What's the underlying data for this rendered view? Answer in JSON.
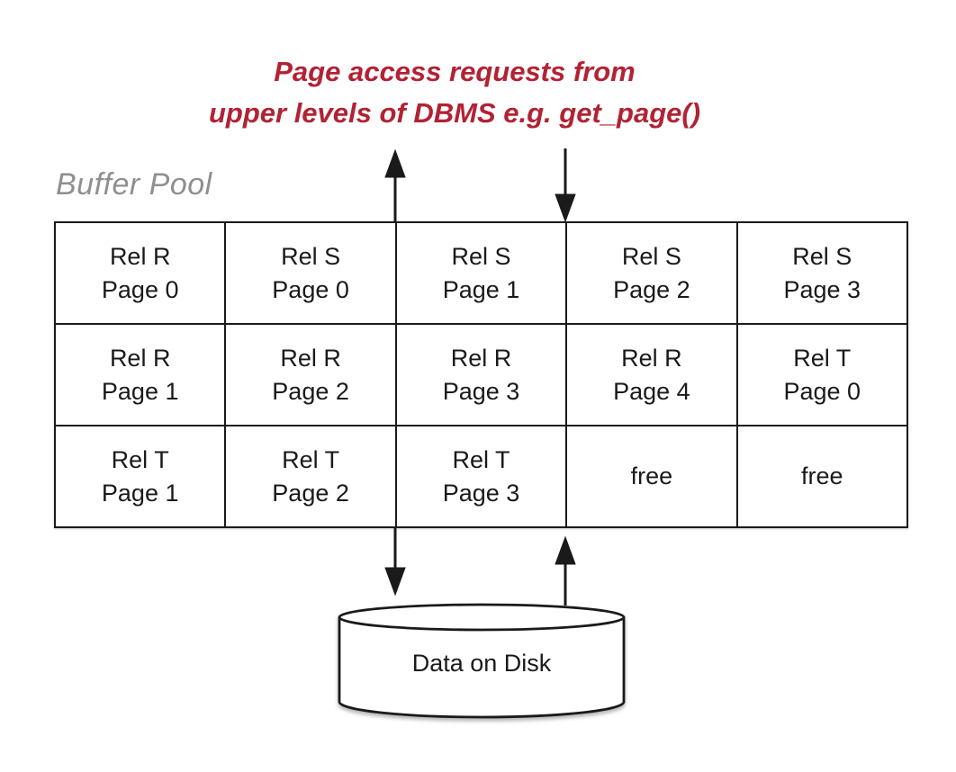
{
  "colors": {
    "accent_red": "#B22233",
    "title_gray": "#8F8F8F",
    "ink_black": "#1A1A1A"
  },
  "caption": {
    "line1": "Page access requests from",
    "line2": "upper levels of DBMS e.g. get_page()"
  },
  "buffer_pool": {
    "title": "Buffer Pool",
    "rows": [
      {
        "cells": [
          {
            "lines": [
              "Rel R",
              "Page 0"
            ]
          },
          {
            "lines": [
              "Rel S",
              "Page 0"
            ]
          },
          {
            "lines": [
              "Rel S",
              "Page 1"
            ]
          },
          {
            "lines": [
              "Rel S",
              "Page 2"
            ]
          },
          {
            "lines": [
              "Rel S",
              "Page 3"
            ]
          }
        ]
      },
      {
        "cells": [
          {
            "lines": [
              "Rel R",
              "Page 1"
            ]
          },
          {
            "lines": [
              "Rel R",
              "Page 2"
            ]
          },
          {
            "lines": [
              "Rel R",
              "Page 3"
            ]
          },
          {
            "lines": [
              "Rel R",
              "Page 4"
            ]
          },
          {
            "lines": [
              "Rel T",
              "Page 0"
            ]
          }
        ]
      },
      {
        "cells": [
          {
            "lines": [
              "Rel T",
              "Page 1"
            ]
          },
          {
            "lines": [
              "Rel T",
              "Page 2"
            ]
          },
          {
            "lines": [
              "Rel T",
              "Page 3"
            ]
          },
          {
            "lines": [
              "free"
            ]
          },
          {
            "lines": [
              "free"
            ]
          }
        ]
      }
    ]
  },
  "disk": {
    "label": "Data on Disk"
  },
  "arrows": {
    "pool_to_dbms": "up",
    "dbms_to_pool": "down",
    "pool_to_disk": "down",
    "disk_to_pool": "up"
  }
}
